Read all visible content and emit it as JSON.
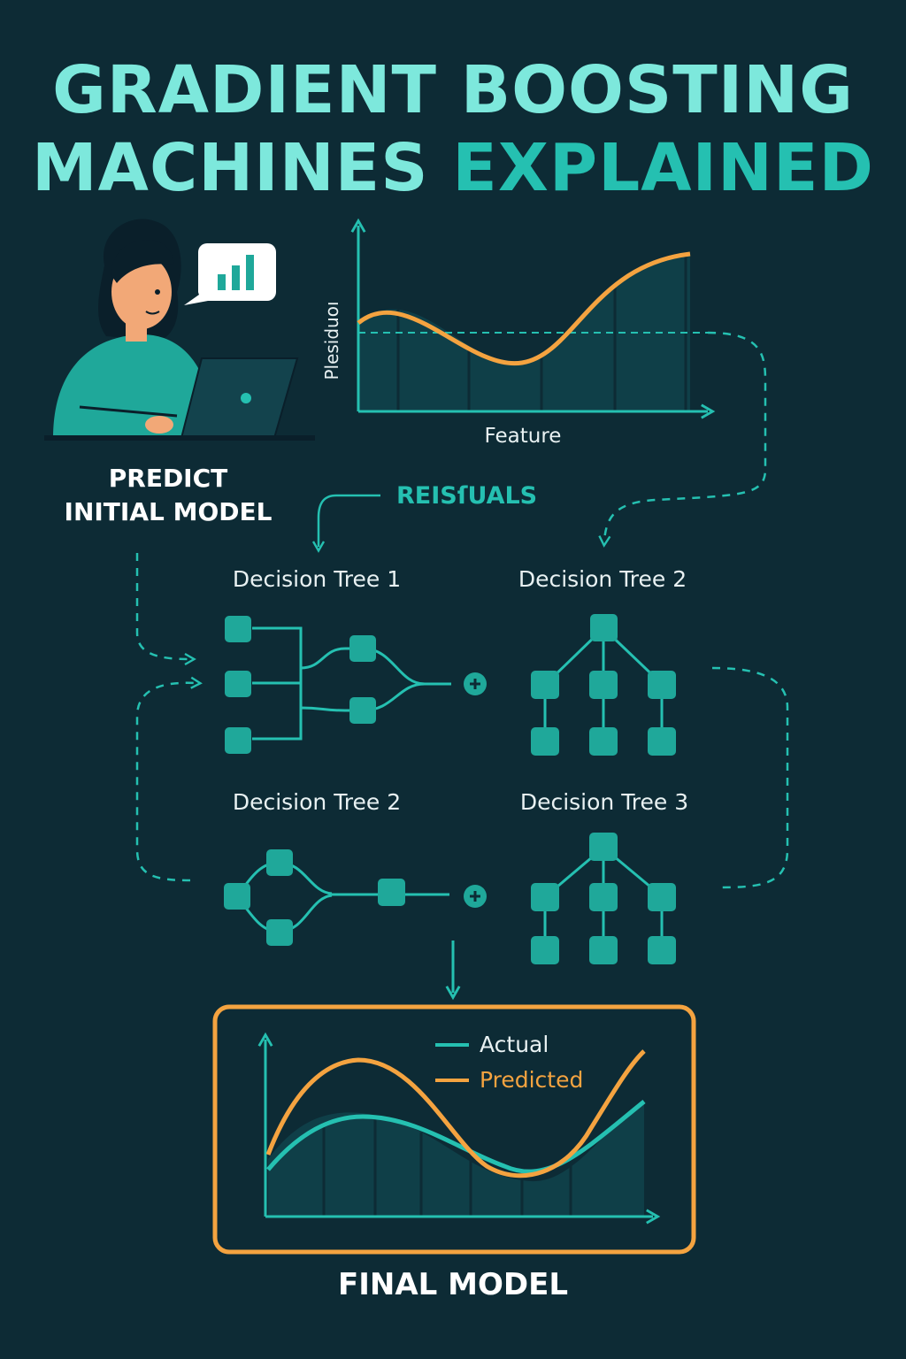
{
  "title": {
    "line1": "GRADIENT BOOSTING",
    "line2_a": "MACHINES",
    "line2_b": "EXPLAINED"
  },
  "initial_step": {
    "label_line1": "PREDICT",
    "label_line2": "INITIAL MODEL"
  },
  "residual_chart": {
    "ylabel": "Plesiduoı",
    "xlabel": "Feature"
  },
  "residuals_label": "REISſUALS",
  "trees": [
    {
      "label": "Decision Tree 1"
    },
    {
      "label": "Decision Tree 2"
    },
    {
      "label": "Decision Tree 2"
    },
    {
      "label": "Decision Tree 3"
    }
  ],
  "final_chart": {
    "legend": [
      {
        "name": "Actual",
        "color": "#25c0b1"
      },
      {
        "name": "Predicted",
        "color": "#f4a340"
      }
    ]
  },
  "final_label": "FINAL MODEL",
  "colors": {
    "background": "#0d2b35",
    "teal": "#25c0b1",
    "light_teal": "#7de8dc",
    "orange": "#f4a340"
  }
}
